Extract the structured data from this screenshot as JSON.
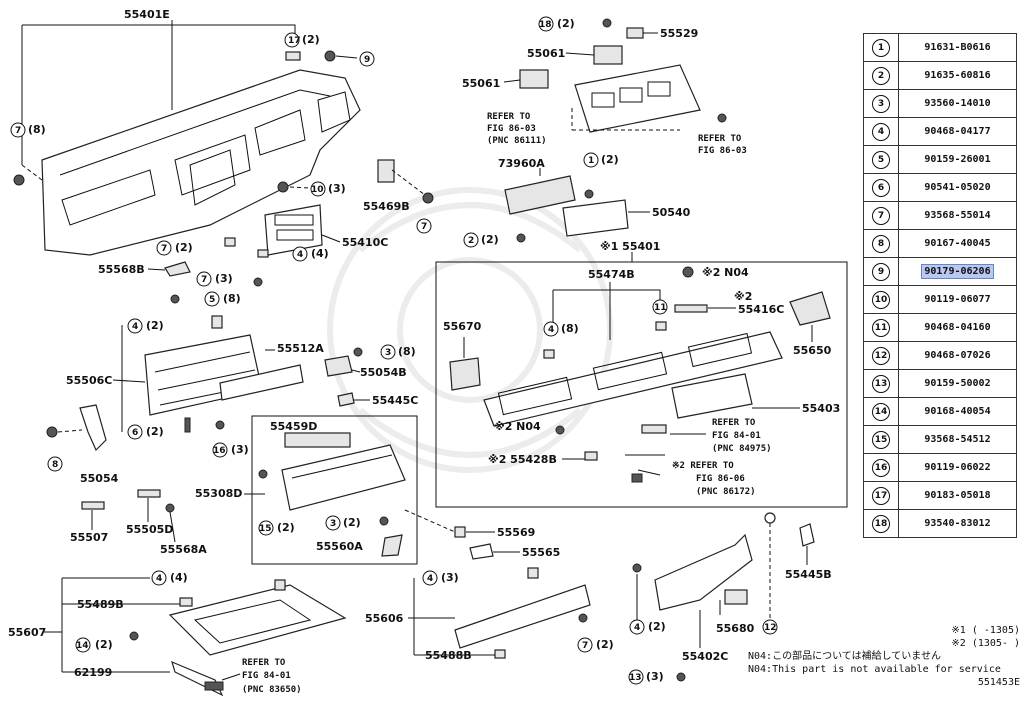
{
  "parts_table": [
    {
      "index": "1",
      "part": "91631-B0616"
    },
    {
      "index": "2",
      "part": "91635-60816"
    },
    {
      "index": "3",
      "part": "93560-14010"
    },
    {
      "index": "4",
      "part": "90468-04177"
    },
    {
      "index": "5",
      "part": "90159-26001"
    },
    {
      "index": "6",
      "part": "90541-05020"
    },
    {
      "index": "7",
      "part": "93568-55014"
    },
    {
      "index": "8",
      "part": "90167-40045"
    },
    {
      "index": "9",
      "part": "90179-06206",
      "highlighted": true
    },
    {
      "index": "10",
      "part": "90119-06077"
    },
    {
      "index": "11",
      "part": "90468-04160"
    },
    {
      "index": "12",
      "part": "90468-07026"
    },
    {
      "index": "13",
      "part": "90159-50002"
    },
    {
      "index": "14",
      "part": "90168-40054"
    },
    {
      "index": "15",
      "part": "93568-54512"
    },
    {
      "index": "16",
      "part": "90119-06022"
    },
    {
      "index": "17",
      "part": "90183-05018"
    },
    {
      "index": "18",
      "part": "93540-83012"
    }
  ],
  "labels": {
    "p55401E": "55401E",
    "p55529": "55529",
    "p55061a": "55061",
    "p55061b": "55061",
    "p73960A": "73960A",
    "p50540": "50540",
    "p55469B": "55469B",
    "p55410C": "55410C",
    "p55568B": "55568B",
    "p55401": "※1 55401",
    "p55474B": "55474B",
    "p55670": "55670",
    "p55416C": "55416C",
    "p55650": "55650",
    "p55403": "55403",
    "p55512A": "55512A",
    "p55054B": "55054B",
    "p55506C": "55506C",
    "p55445C": "55445C",
    "p55459D": "55459D",
    "p55054": "55054",
    "p55308D": "55308D",
    "p55507": "55507",
    "p55505D": "55505D",
    "p55568A": "55568A",
    "p55560A": "55560A",
    "p55569": "55569",
    "p55565": "55565",
    "p55607": "55607",
    "p55489B": "55489B",
    "p62199": "62199",
    "p55606": "55606",
    "p55488B": "55488B",
    "p55445B": "55445B",
    "p55680": "55680",
    "p55402C": "55402C",
    "p55428B": "※2 55428B",
    "n04a": "※2 N04",
    "n04b": "※2 N04",
    "x2a": "※2"
  },
  "qty": {
    "q18_2": "(2)",
    "q17_2": "(2)",
    "q7_8": "(8)",
    "q1_2": "(2)",
    "q10_3": "(3)",
    "q2_2": "(2)",
    "q7_2a": "(2)",
    "q4_4a": "(4)",
    "q7_3": "(3)",
    "q5_8": "(8)",
    "q4_8": "(8)",
    "q4_2a": "(2)",
    "q3_8": "(8)",
    "q6_2": "(2)",
    "q16_3": "(3)",
    "q15_2": "(2)",
    "q3_2": "(2)",
    "q4_4b": "(4)",
    "q14_2": "(2)",
    "q4_3": "(3)",
    "q7_2b": "(2)",
    "q4_2b": "(2)",
    "q13_3": "(3)"
  },
  "refs": {
    "r1a": "REFER TO",
    "r1b": "FIG 86-03",
    "r1c": "(PNC 86111)",
    "r2a": "REFER TO",
    "r2b": "FIG 86-03",
    "r3a": "REFER TO",
    "r3b": "FIG 84-01",
    "r3c": "(PNC 84975)",
    "r4a": "※2 REFER TO",
    "r4b": "FIG 86-06",
    "r4c": "(PNC 86172)",
    "r5a": "REFER TO",
    "r5b": "FIG 84-01",
    "r5c": "(PNC 83650)"
  },
  "notes": {
    "n1": "※1 (     -1305)",
    "n2": "※2 (1305-     )",
    "n3": "N04:この部品については補給していません",
    "n4": "N04:This part is not available for service",
    "figure_id": "551453E"
  }
}
